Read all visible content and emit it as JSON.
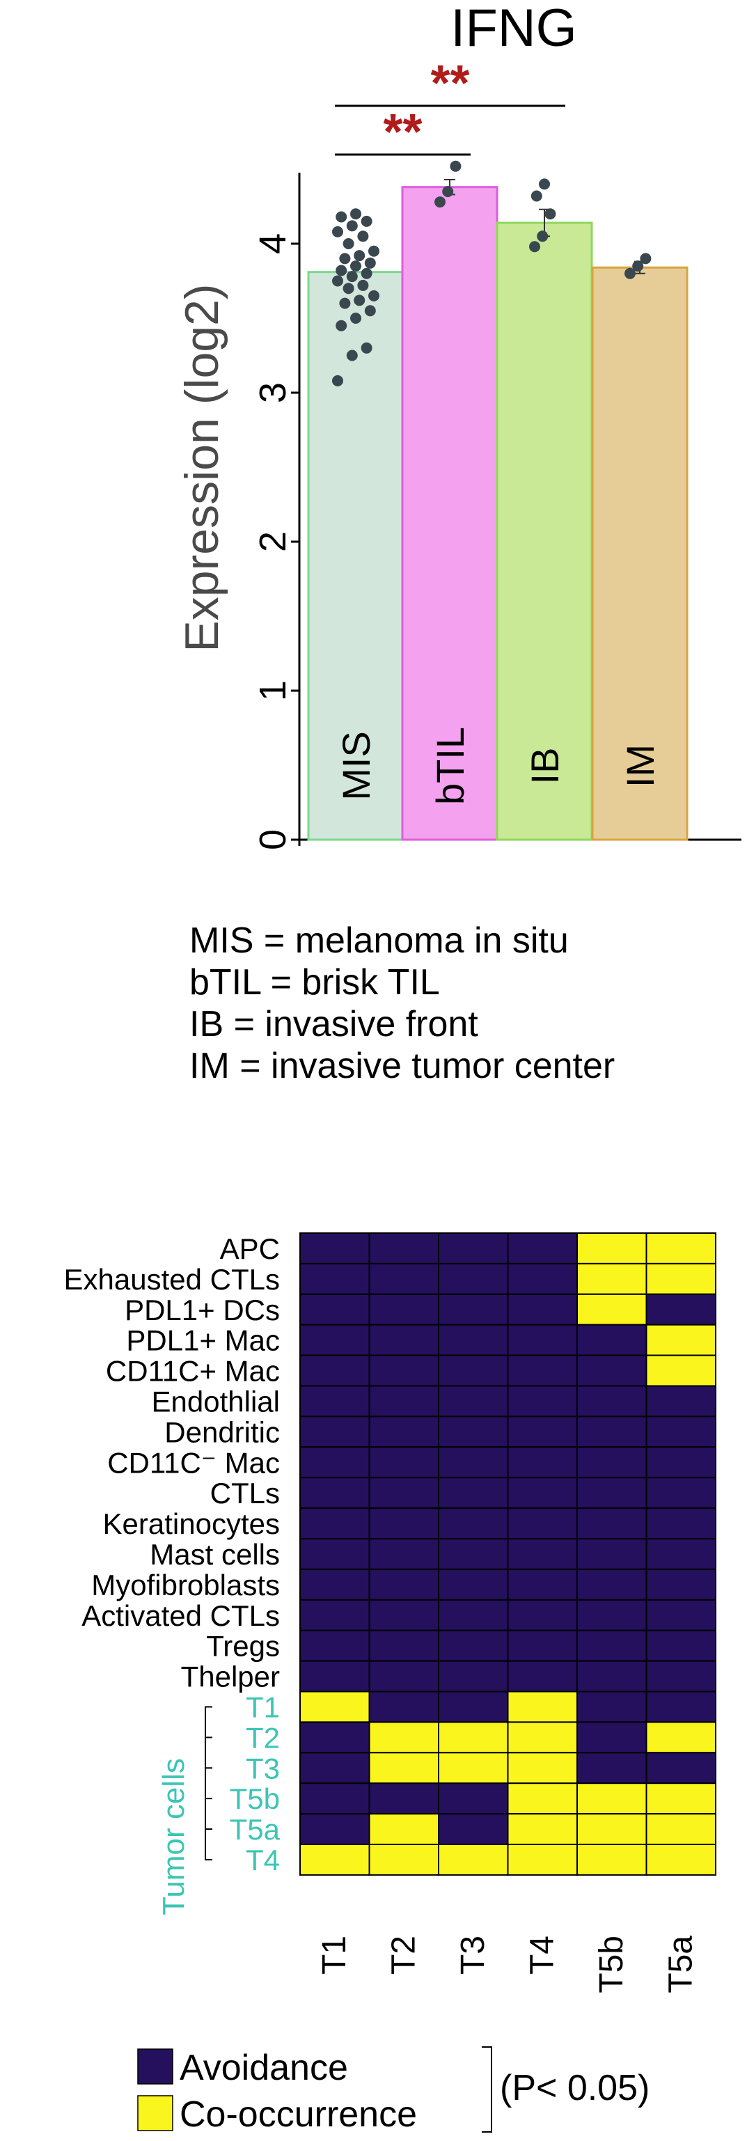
{
  "chart_data": [
    {
      "type": "bar",
      "title": "IFNG",
      "ylabel": "Expression (log2)",
      "ylim": [
        0,
        4.5
      ],
      "yticks": [
        "0",
        "1",
        "2",
        "3",
        "4"
      ],
      "categories": [
        "MIS",
        "bTIL",
        "IB",
        "IM"
      ],
      "values": [
        3.81,
        4.38,
        4.14,
        3.84
      ],
      "errors": [
        0,
        0.05,
        0.09,
        0.04
      ],
      "bar_colors": [
        "#d3e6dc",
        "#f4a2ef",
        "#c9e996",
        "#e6cd97"
      ],
      "bar_edge_colors": [
        "#7bd98c",
        "#e05ce0",
        "#8ed85a",
        "#d8a440"
      ],
      "points": [
        [
          3.08,
          3.25,
          3.3,
          3.45,
          3.5,
          3.55,
          3.6,
          3.62,
          3.65,
          3.7,
          3.72,
          3.75,
          3.78,
          3.8,
          3.82,
          3.85,
          3.87,
          3.9,
          3.92,
          3.95,
          4.0,
          4.05,
          4.08,
          4.12,
          4.15,
          4.18,
          4.2
        ],
        [
          4.28,
          4.35,
          4.52
        ],
        [
          3.98,
          4.05,
          4.2,
          4.32,
          4.4
        ],
        [
          3.8,
          3.85,
          3.9
        ]
      ],
      "significance": [
        {
          "from": "MIS",
          "to": "bTIL",
          "label": "**"
        },
        {
          "from": "MIS",
          "to": "IB",
          "label": "**"
        }
      ],
      "significance_color": "#b01c1c",
      "point_color": "#3b474f"
    },
    {
      "type": "heatmap",
      "rows": [
        "APC",
        "Exhausted CTLs",
        "PDL1+ DCs",
        "PDL1+ Mac",
        "CD11C+ Mac",
        "Endothlial",
        "Dendritic",
        "CD11C⁻ Mac",
        "CTLs",
        "Keratinocytes",
        "Mast cells",
        "Myofibroblasts",
        "Activated CTLs",
        "Tregs",
        "Thelper",
        "T1",
        "T2",
        "T3",
        "T5b",
        "T5a",
        "T4"
      ],
      "columns": [
        "T1",
        "T2",
        "T3",
        "T4",
        "T5b",
        "T5a"
      ],
      "values": [
        [
          0,
          0,
          0,
          0,
          1,
          1
        ],
        [
          0,
          0,
          0,
          0,
          1,
          1
        ],
        [
          0,
          0,
          0,
          0,
          1,
          0
        ],
        [
          0,
          0,
          0,
          0,
          0,
          1
        ],
        [
          0,
          0,
          0,
          0,
          0,
          1
        ],
        [
          0,
          0,
          0,
          0,
          0,
          0
        ],
        [
          0,
          0,
          0,
          0,
          0,
          0
        ],
        [
          0,
          0,
          0,
          0,
          0,
          0
        ],
        [
          0,
          0,
          0,
          0,
          0,
          0
        ],
        [
          0,
          0,
          0,
          0,
          0,
          0
        ],
        [
          0,
          0,
          0,
          0,
          0,
          0
        ],
        [
          0,
          0,
          0,
          0,
          0,
          0
        ],
        [
          0,
          0,
          0,
          0,
          0,
          0
        ],
        [
          0,
          0,
          0,
          0,
          0,
          0
        ],
        [
          0,
          0,
          0,
          0,
          0,
          0
        ],
        [
          1,
          0,
          0,
          1,
          0,
          0
        ],
        [
          0,
          1,
          1,
          1,
          0,
          1
        ],
        [
          0,
          1,
          1,
          1,
          0,
          0
        ],
        [
          0,
          0,
          0,
          1,
          1,
          1
        ],
        [
          0,
          1,
          0,
          1,
          1,
          1
        ],
        [
          1,
          1,
          1,
          1,
          1,
          1
        ]
      ],
      "row_group": {
        "label": "Tumor cells",
        "rows": [
          "T1",
          "T2",
          "T3",
          "T5b",
          "T5a",
          "T4"
        ],
        "color": "#3cc5b4"
      },
      "colors": {
        "0": "#25105e",
        "1": "#fbf51e"
      },
      "legend": [
        {
          "label": "Avoidance",
          "color": "#25105e"
        },
        {
          "label": "Co-occurrence",
          "color": "#fbf51e"
        }
      ],
      "legend_note": "(P< 0.05)"
    }
  ],
  "abbreviations": [
    "MIS = melanoma in situ",
    "bTIL = brisk TIL",
    "IB = invasive front",
    "IM = invasive tumor center"
  ]
}
